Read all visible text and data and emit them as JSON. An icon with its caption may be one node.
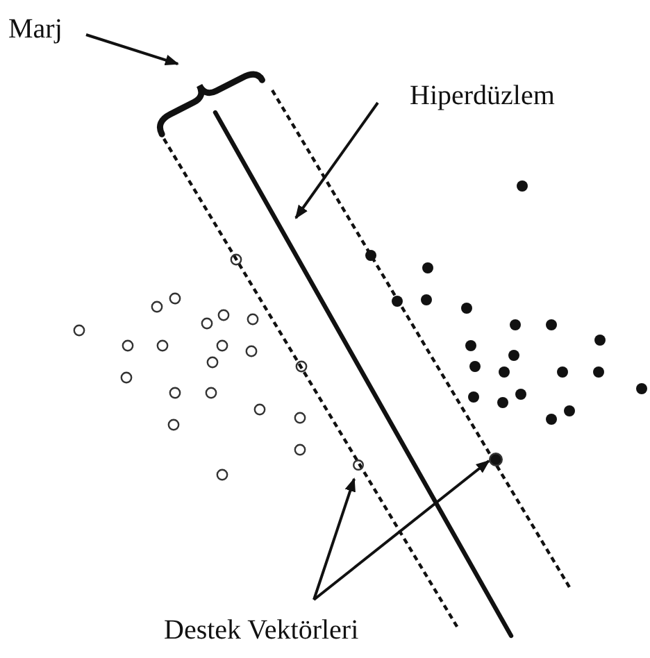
{
  "diagram": {
    "nodes": [
      {
        "text": [
          "Marj"
        ]
      },
      {
        "text": [
          "Hiperdüzlem"
        ]
      },
      {
        "text": [
          "Destek Vektörleri"
        ]
      },
      {
        "text": [],
        "shape": "brace"
      },
      {
        "text": [],
        "shape": "circle"
      },
      {
        "text": [],
        "shape": "circle"
      }
    ],
    "edges": [
      {
        "from": 0,
        "to": 3,
        "arrow": "to"
      },
      {
        "from": 1,
        "to": null,
        "arrow": "to"
      },
      {
        "from": 2,
        "to": 4,
        "arrow": "to"
      },
      {
        "from": 2,
        "to": 5,
        "arrow": "to"
      }
    ]
  }
}
